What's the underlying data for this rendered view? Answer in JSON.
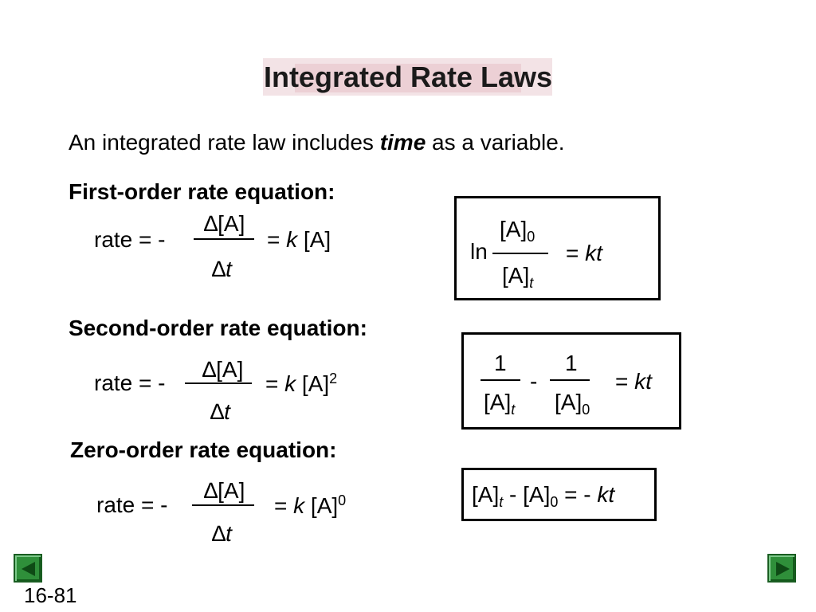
{
  "title": "Integrated Rate Laws",
  "intro": {
    "before": "An integrated rate law includes ",
    "emphasis": "time",
    "after": " as a variable."
  },
  "first_order": {
    "heading": "First-order rate equation:",
    "rate_prefix": "rate = -",
    "numerator": "∆[A]",
    "denominator_delta": "∆",
    "denominator_var": "t",
    "equals_k": "= ",
    "k": "k",
    "conc": " [A]",
    "boxed": {
      "ln": "ln",
      "num": "[A]",
      "num_sub": "0",
      "den": "[A]",
      "den_sub": "t",
      "rhs_eq": "= ",
      "rhs": "kt"
    }
  },
  "second_order": {
    "heading": "Second-order rate equation:",
    "rate_prefix": "rate = -",
    "numerator": "∆[A]",
    "denominator_delta": "∆",
    "denominator_var": "t",
    "equals_k": "= ",
    "k": "k",
    "conc": " [A]",
    "power": "2",
    "boxed": {
      "one_a": "1",
      "den_a": "[A]",
      "den_a_sub": "t",
      "minus": "-",
      "one_b": "1",
      "den_b": "[A]",
      "den_b_sub": "0",
      "rhs_eq": "= ",
      "rhs": "kt"
    }
  },
  "zero_order": {
    "heading": "Zero-order rate equation:",
    "rate_prefix": "rate = -",
    "numerator": "∆[A]",
    "denominator_delta": "∆",
    "denominator_var": "t",
    "equals_k": "= ",
    "k": "k",
    "conc": " [A]",
    "power": "0",
    "boxed": {
      "a1": "[A]",
      "a1_sub": "t",
      "mid": " - [A]",
      "a2_sub": "0",
      "rhs_eq": " = - ",
      "rhs": "kt"
    }
  },
  "nav": {
    "prev_icon": "triangle-left-icon",
    "next_icon": "triangle-right-icon",
    "color": "#2f8f3a"
  },
  "page_number": "16-81"
}
